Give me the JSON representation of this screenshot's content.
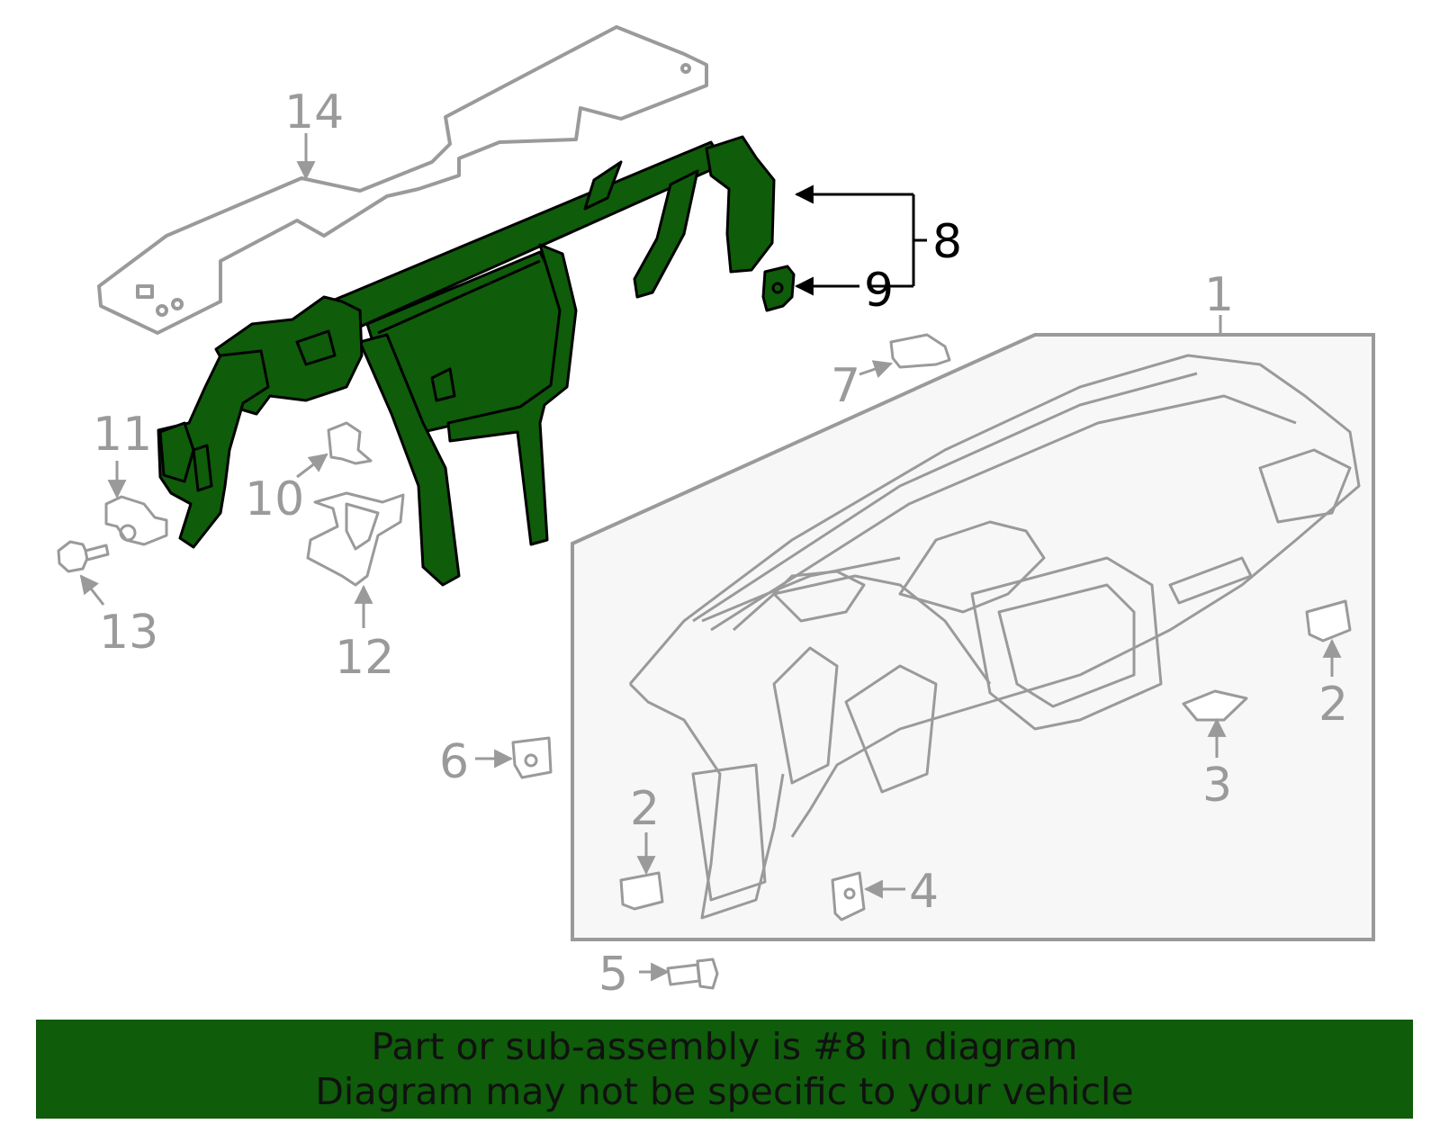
{
  "diagram": {
    "callouts": {
      "c1": "1",
      "c2a": "2",
      "c2b": "2",
      "c3": "3",
      "c4": "4",
      "c5": "5",
      "c6": "6",
      "c7": "7",
      "c8": "8",
      "c9": "9",
      "c10": "10",
      "c11": "11",
      "c12": "12",
      "c13": "13",
      "c14": "14"
    },
    "highlighted_part": "8",
    "colors": {
      "highlight": "#0f5c0a",
      "part_line": "#9a9a9a",
      "active_line": "#000000"
    }
  },
  "banner": {
    "line1": "Part or sub-assembly is #8 in diagram",
    "line2": "Diagram may not be specific to your vehicle"
  }
}
